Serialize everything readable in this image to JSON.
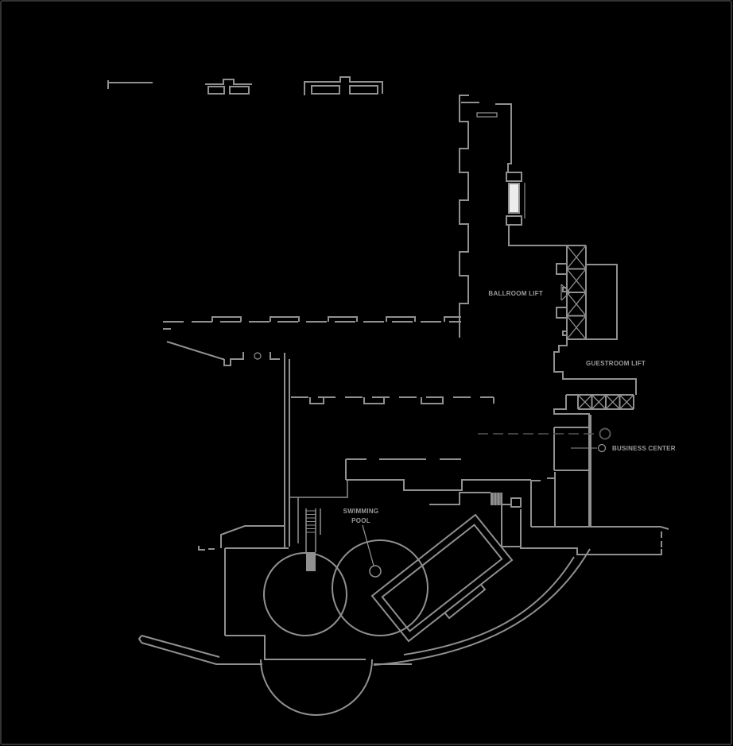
{
  "meta": {
    "drawing_type": "hotel-floor-plan",
    "theme": "dark-blueprint"
  },
  "colors": {
    "background": "#000000",
    "wall": "#909090",
    "wall_dark": "#555555",
    "label": "#9c9c9c",
    "fill_light": "#ededed",
    "border": "#333333"
  },
  "labels": {
    "ballroom_lift": "BALLROOM LIFT",
    "guestroom_lift": "GUESTROOM LIFT",
    "business_center": "BUSINESS CENTER",
    "swimming_pool_line1": "SWIMMING",
    "swimming_pool_line2": "POOL"
  }
}
